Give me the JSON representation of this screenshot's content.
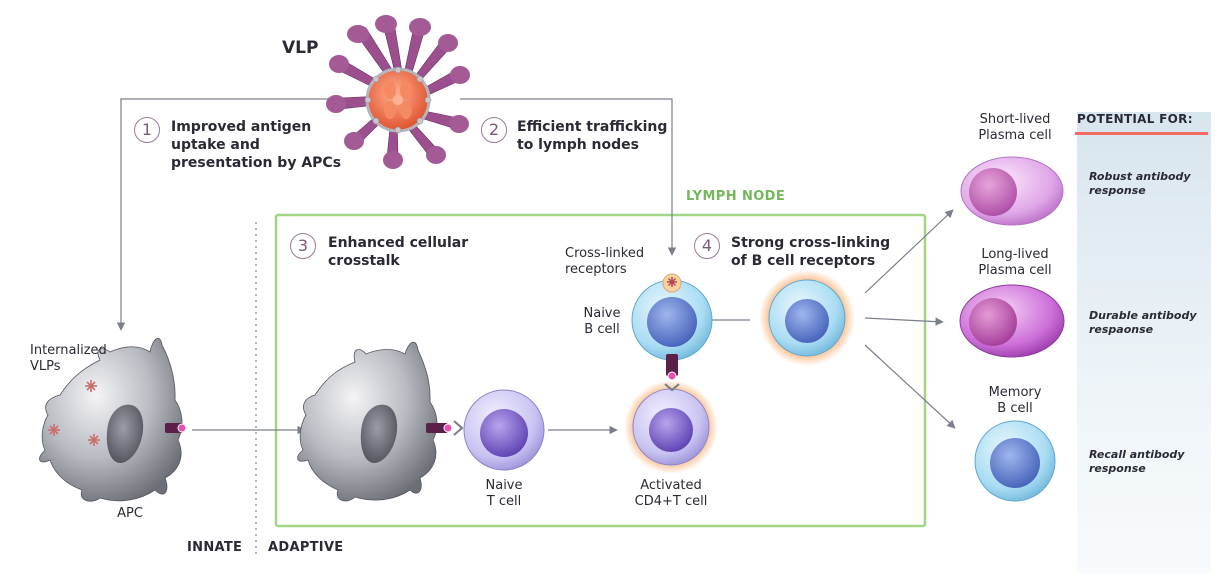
{
  "vlp_label": "VLP",
  "steps": [
    {
      "number": "1",
      "text_lines": [
        "Improved antigen",
        "uptake and",
        "presentation by APCs"
      ]
    },
    {
      "number": "2",
      "text_lines": [
        "Efficient trafficking",
        "to lymph nodes"
      ]
    },
    {
      "number": "3",
      "text_lines": [
        "Enhanced cellular",
        "crosstalk"
      ]
    },
    {
      "number": "4",
      "text_lines": [
        "Strong cross-linking",
        "of B cell receptors"
      ]
    }
  ],
  "lymph_node_label": "LYMPH NODE",
  "labels": {
    "internalized_vlps": [
      "Internalized",
      "VLPs"
    ],
    "apc": "APC",
    "cross_linked_receptors": [
      "Cross-linked",
      "receptors"
    ],
    "naive_b_cell": [
      "Naive",
      "B cell"
    ],
    "naive_t_cell": [
      "Naive",
      "T cell"
    ],
    "activated_cd4": [
      "Activated",
      "CD4+T cell"
    ],
    "short_lived": [
      "Short-lived",
      "Plasma cell"
    ],
    "long_lived": [
      "Long-lived",
      "Plasma cell"
    ],
    "memory_b": [
      "Memory",
      "B cell"
    ]
  },
  "potential": {
    "title": "POTENTIAL FOR:",
    "outcomes": [
      [
        "Robust antibody",
        "response"
      ],
      [
        "Durable antibody",
        "respaonse"
      ],
      [
        "Recall antibody",
        "response"
      ]
    ]
  },
  "phases": {
    "innate": "INNATE",
    "adaptive": "ADAPTIVE"
  },
  "colors": {
    "lymph_node_border": "#9fd585",
    "lymph_node_text": "#74b85b",
    "accent_line": "#ef6b63",
    "step_circle": "#9a7d97",
    "arrow": "#7b7f8c"
  }
}
